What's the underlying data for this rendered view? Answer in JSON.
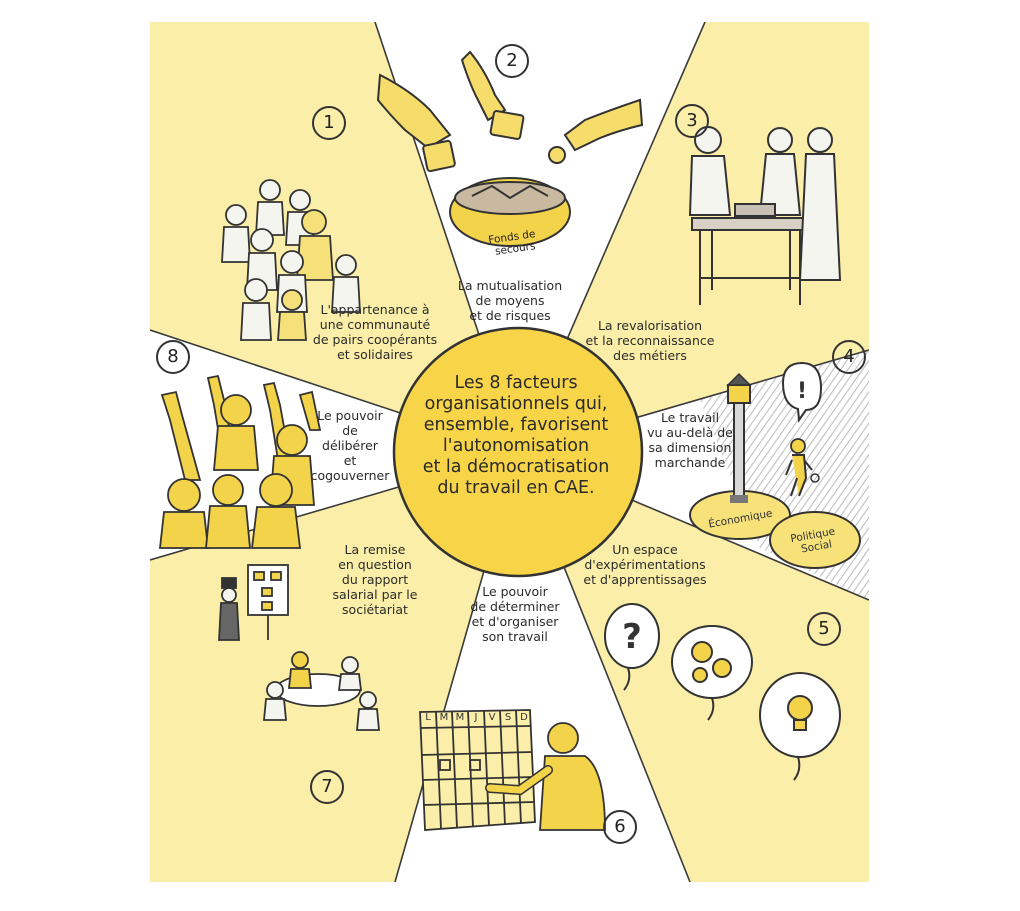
{
  "colors": {
    "background": "#ffffff",
    "yellow_panel": "#fbeea8",
    "white_panel": "#ffffff",
    "center_circle": "#f7d448",
    "ink": "#2a2a2a",
    "figure_fill": "#f5e07a",
    "hatch_gray": "#8a8a8a"
  },
  "center": {
    "text": "Les 8 facteurs\norganisationnels qui,\nensemble, favorisent\nl'autonomisation\net la démocratisation\ndu travail en CAE."
  },
  "factors": [
    {
      "number": "1",
      "label": "L'appartenance à\nune communauté\nde pairs coopérants\net solidaires",
      "icon": "group-of-people-icon"
    },
    {
      "number": "2",
      "label": "La mutualisation\nde moyens\net de risques",
      "icon": "hands-and-basket-icon"
    },
    {
      "number": "3",
      "label": "La revalorisation\net la reconnaissance\ndes métiers",
      "icon": "artisans-at-workbench-icon"
    },
    {
      "number": "4",
      "label": "Le travail\nvu au-delà de\nsa dimension\nmarchande",
      "icon": "lamppost-and-spheres-icon"
    },
    {
      "number": "5",
      "label": "Un espace\nd'expérimentations\net d'apprentissages",
      "icon": "thought-bubbles-icon"
    },
    {
      "number": "6",
      "label": "Le pouvoir\nde déterminer\net d'organiser\nson travail",
      "icon": "planning-board-icon"
    },
    {
      "number": "7",
      "label": "La remise\nen question\ndu rapport\nsalarial par le\nsociétariat",
      "icon": "meeting-table-icon"
    },
    {
      "number": "8",
      "label": "Le pouvoir\nde\ndélibérer\net\ncogouverner",
      "icon": "raised-hands-icon"
    }
  ],
  "captions": {
    "basket": "Fonds de\nsecours",
    "sphere_left": "Économique",
    "sphere_right": "Politique\nSocial"
  },
  "icons": {
    "question": "?",
    "exclamation": "!",
    "calendar_days": [
      "L",
      "M",
      "M",
      "J",
      "V",
      "S",
      "D"
    ]
  }
}
